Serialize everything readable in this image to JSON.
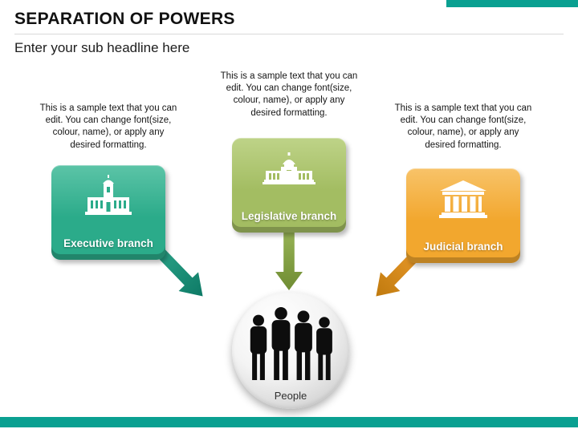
{
  "slide": {
    "title": "SEPARATION OF POWERS",
    "subtitle": "Enter your sub headline here"
  },
  "branches": [
    {
      "id": "executive",
      "label": "Executive branch",
      "icon": "city-hall-icon",
      "color": "#2bab8a",
      "arrow_color": "#0e7a66",
      "sample_text": "This is a sample text that you can edit. You can change font(size, colour, name), or apply any desired formatting."
    },
    {
      "id": "legislative",
      "label": "Legislative branch",
      "icon": "capitol-icon",
      "color": "#a3bd62",
      "arrow_color": "#6f8c33",
      "sample_text": "This is a sample text that you can edit. You can change font(size, colour, name), or apply any desired formatting."
    },
    {
      "id": "judicial",
      "label": "Judicial branch",
      "icon": "courthouse-icon",
      "color": "#f2a72e",
      "arrow_color": "#c07a0e",
      "sample_text": "This is a sample text that you can edit. You can change font(size, colour, name), or apply any desired formatting."
    }
  ],
  "center": {
    "label": "People",
    "icon": "people-silhouettes-icon"
  },
  "colors": {
    "accent_bar": "#0aa091",
    "title_text": "#111111",
    "body_text": "#141414"
  }
}
